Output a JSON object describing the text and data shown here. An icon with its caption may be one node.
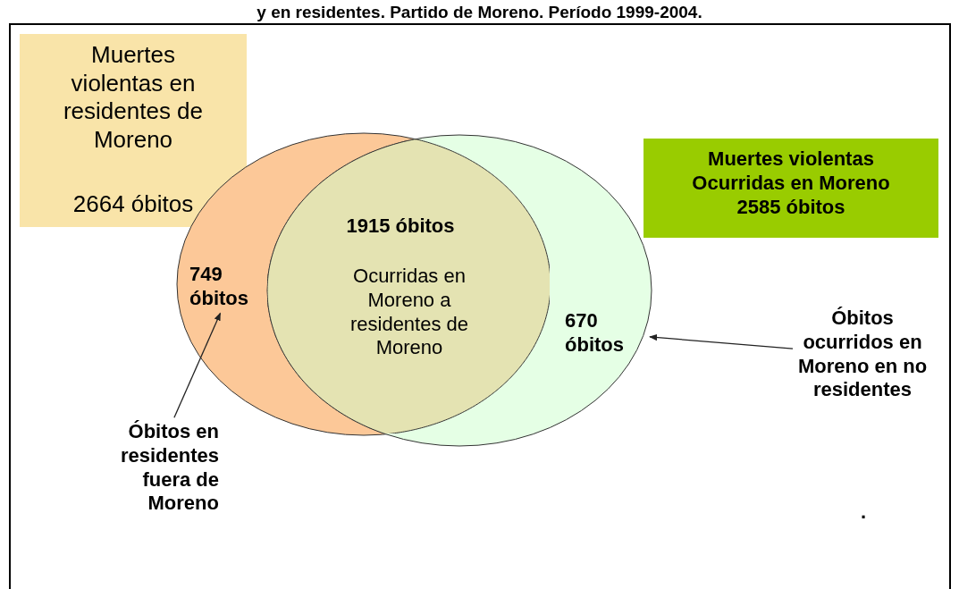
{
  "diagram": {
    "title": "y en residentes. Partido de Moreno. Período 1999-2004.",
    "nodes": [
      {
        "text": [
          "Muertes violentas en residentes de Moreno",
          "2664 óbitos"
        ]
      },
      {
        "text": [
          "Muertes violentas Ocurridas en Moreno 2585 óbitos"
        ]
      },
      {
        "text": [
          "749 óbitos"
        ]
      },
      {
        "text": [
          "670 óbitos"
        ]
      },
      {
        "text": [
          "1915 óbitos",
          "Ocurridas en Moreno a residentes de Moreno"
        ]
      },
      {
        "text": [
          "Óbitos en residentes fuera de Moreno"
        ]
      },
      {
        "text": [
          "Óbitos ocurridos en Moreno en no residentes"
        ]
      }
    ],
    "edges": [
      {
        "from": 5,
        "to": 2,
        "arrow": "to"
      },
      {
        "from": 6,
        "to": 3,
        "arrow": "to"
      }
    ],
    "labels": [
      "."
    ]
  }
}
